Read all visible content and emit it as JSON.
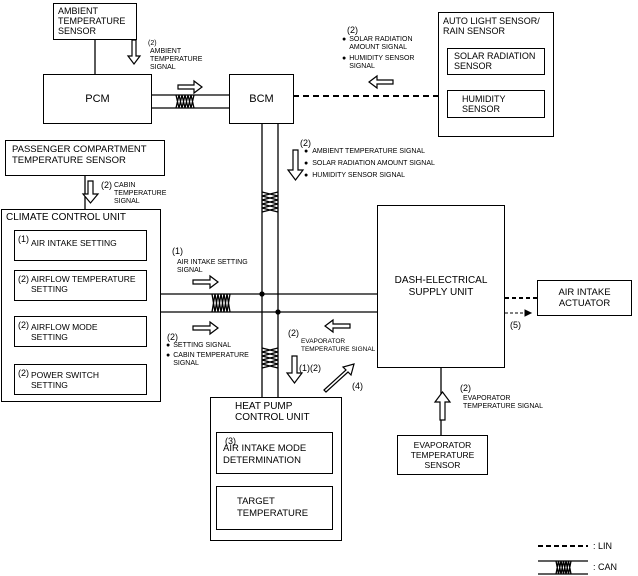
{
  "components": {
    "ambient_sensor": "AMBIENT\nTEMPERATURE\nSENSOR",
    "pcm": "PCM",
    "bcm": "BCM",
    "auto_light_sensor": "AUTO LIGHT SENSOR/\nRAIN SENSOR",
    "solar_sensor": "SOLAR RADIATION\nSENSOR",
    "humidity_sensor": "HUMIDITY\nSENSOR",
    "passenger_sensor": "PASSENGER COMPARTMENT\nTEMPERATURE SENSOR",
    "climate_unit": "CLIMATE CONTROL UNIT",
    "dash_unit": "DASH-ELECTRICAL\nSUPPLY UNIT",
    "air_intake_actuator": "AIR INTAKE\nACTUATOR",
    "heat_pump_unit": "HEAT PUMP\nCONTROL UNIT",
    "evaporator_sensor": "EVAPORATOR\nTEMPERATURE\nSENSOR"
  },
  "climate_items": [
    {
      "num": "(1)",
      "text": "AIR INTAKE SETTING"
    },
    {
      "num": "(2)",
      "text": "AIRFLOW TEMPERATURE\nSETTING"
    },
    {
      "num": "(2)",
      "text": "AIRFLOW MODE\nSETTING"
    },
    {
      "num": "(2)",
      "text": "POWER SWITCH\nSETTING"
    }
  ],
  "heat_pump_items": [
    {
      "num": "(3)",
      "text": "AIR INTAKE MODE\nDETERMINATION"
    },
    {
      "num": "",
      "text": "TARGET\nTEMPERATURE"
    }
  ],
  "signals": {
    "ambient_num": "(2)",
    "ambient": "AMBIENT\nTEMPERATURE\nSIGNAL",
    "solar_group_num": "(2)",
    "solar_group": [
      "SOLAR RADIATION\nAMOUNT SIGNAL",
      "HUMIDITY SENSOR\nSIGNAL"
    ],
    "bcm_down_num": "(2)",
    "bcm_down": [
      "AMBIENT TEMPERATURE SIGNAL",
      "SOLAR RADIATION AMOUNT SIGNAL",
      "HUMIDITY SENSOR SIGNAL"
    ],
    "cabin_num": "(2)",
    "cabin": "CABIN\nTEMPERATURE\nSIGNAL",
    "air_intake_num": "(1)",
    "air_intake": "AIR INTAKE SETTING\nSIGNAL",
    "setting_num": "(2)",
    "setting": [
      "SETTING SIGNAL",
      "CABIN TEMPERATURE\nSIGNAL"
    ],
    "evap_mid_num": "(2)",
    "evap_mid": "EVAPORATOR\nTEMPERATURE SIGNAL",
    "down_to_hp": "(1)(2)",
    "arrow4": "(4)",
    "arrow5": "(5)",
    "evap_sensor_num": "(2)",
    "evap_sensor": "EVAPORATOR\nTEMPERATURE SIGNAL"
  },
  "legend": {
    "lin": ": LIN",
    "can": ": CAN"
  }
}
